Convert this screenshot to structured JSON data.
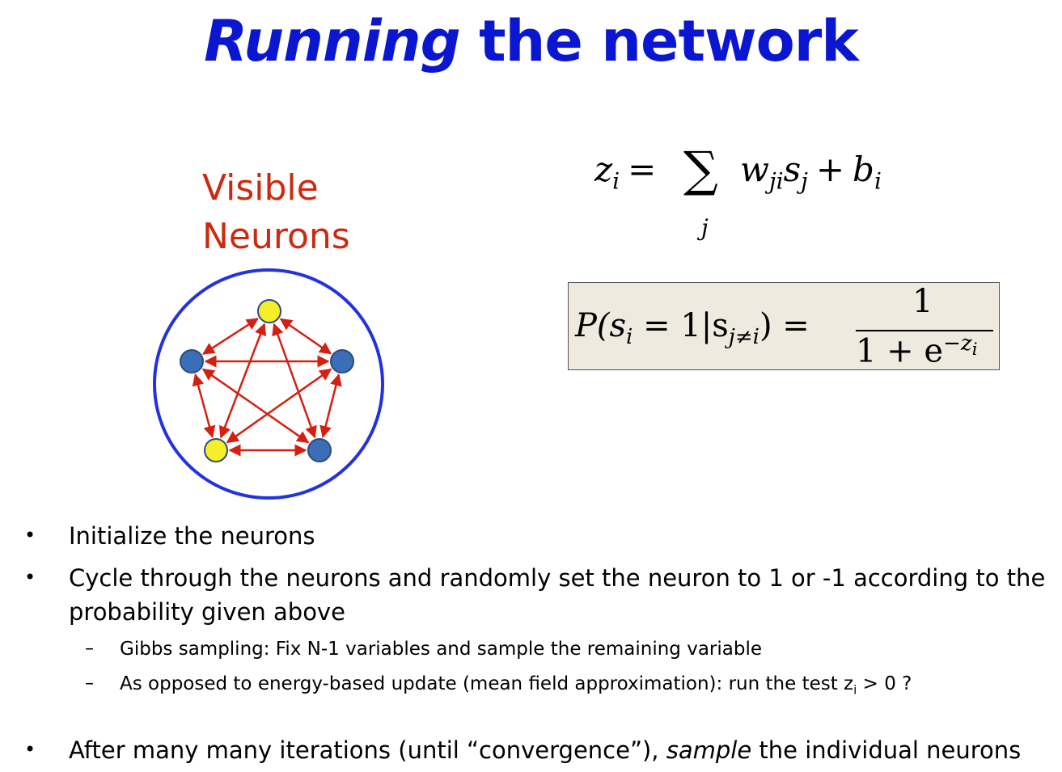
{
  "title": {
    "italic": "Running",
    "rest": "the network"
  },
  "label": {
    "line1": "Visible",
    "line2": "Neurons"
  },
  "colors": {
    "title": "#0a16d0",
    "label": "#cc2a10",
    "circle": "#2233dd",
    "arrow": "#d42010",
    "node_blue": "#3a6fb8",
    "node_yellow": "#f5ef2a",
    "box_bg": "#eeeae0"
  },
  "equation1": {
    "lhs": "z",
    "lhs_sub": "i",
    "eq": "=",
    "sum": "∑",
    "sum_sub": "j",
    "term": "w",
    "term_sub": "ji",
    "s": "s",
    "s_sub": "j",
    "plus": "+",
    "b": "b",
    "b_sub": "i"
  },
  "equation2": {
    "lhs": "P(s",
    "lhs_sub": "i",
    "mid": " = 1|s",
    "mid_sub": "j≠i",
    "close": ")",
    "eq": "=",
    "numerator": "1",
    "denominator": "1 + e",
    "exp": "−z",
    "exp_sub": "i"
  },
  "bullets": [
    {
      "text": "Initialize the neurons"
    },
    {
      "text": "Cycle through the neurons and randomly set the neuron to 1 or -1 according to the",
      "text2": "probability given above"
    },
    {
      "text": "Gibbs sampling:  Fix N-1 variables and sample the remaining variable",
      "sub": true
    },
    {
      "text": "As opposed to energy-based update (mean field approximation): run the test z",
      "text_sub": "i",
      "text_after": " > 0 ?",
      "sub": true
    },
    {
      "pre": "After many many iterations (until “convergence”), ",
      "italic": "sample",
      "post": " the individual neurons"
    }
  ],
  "bullet_char": "•",
  "dash_char": "–"
}
